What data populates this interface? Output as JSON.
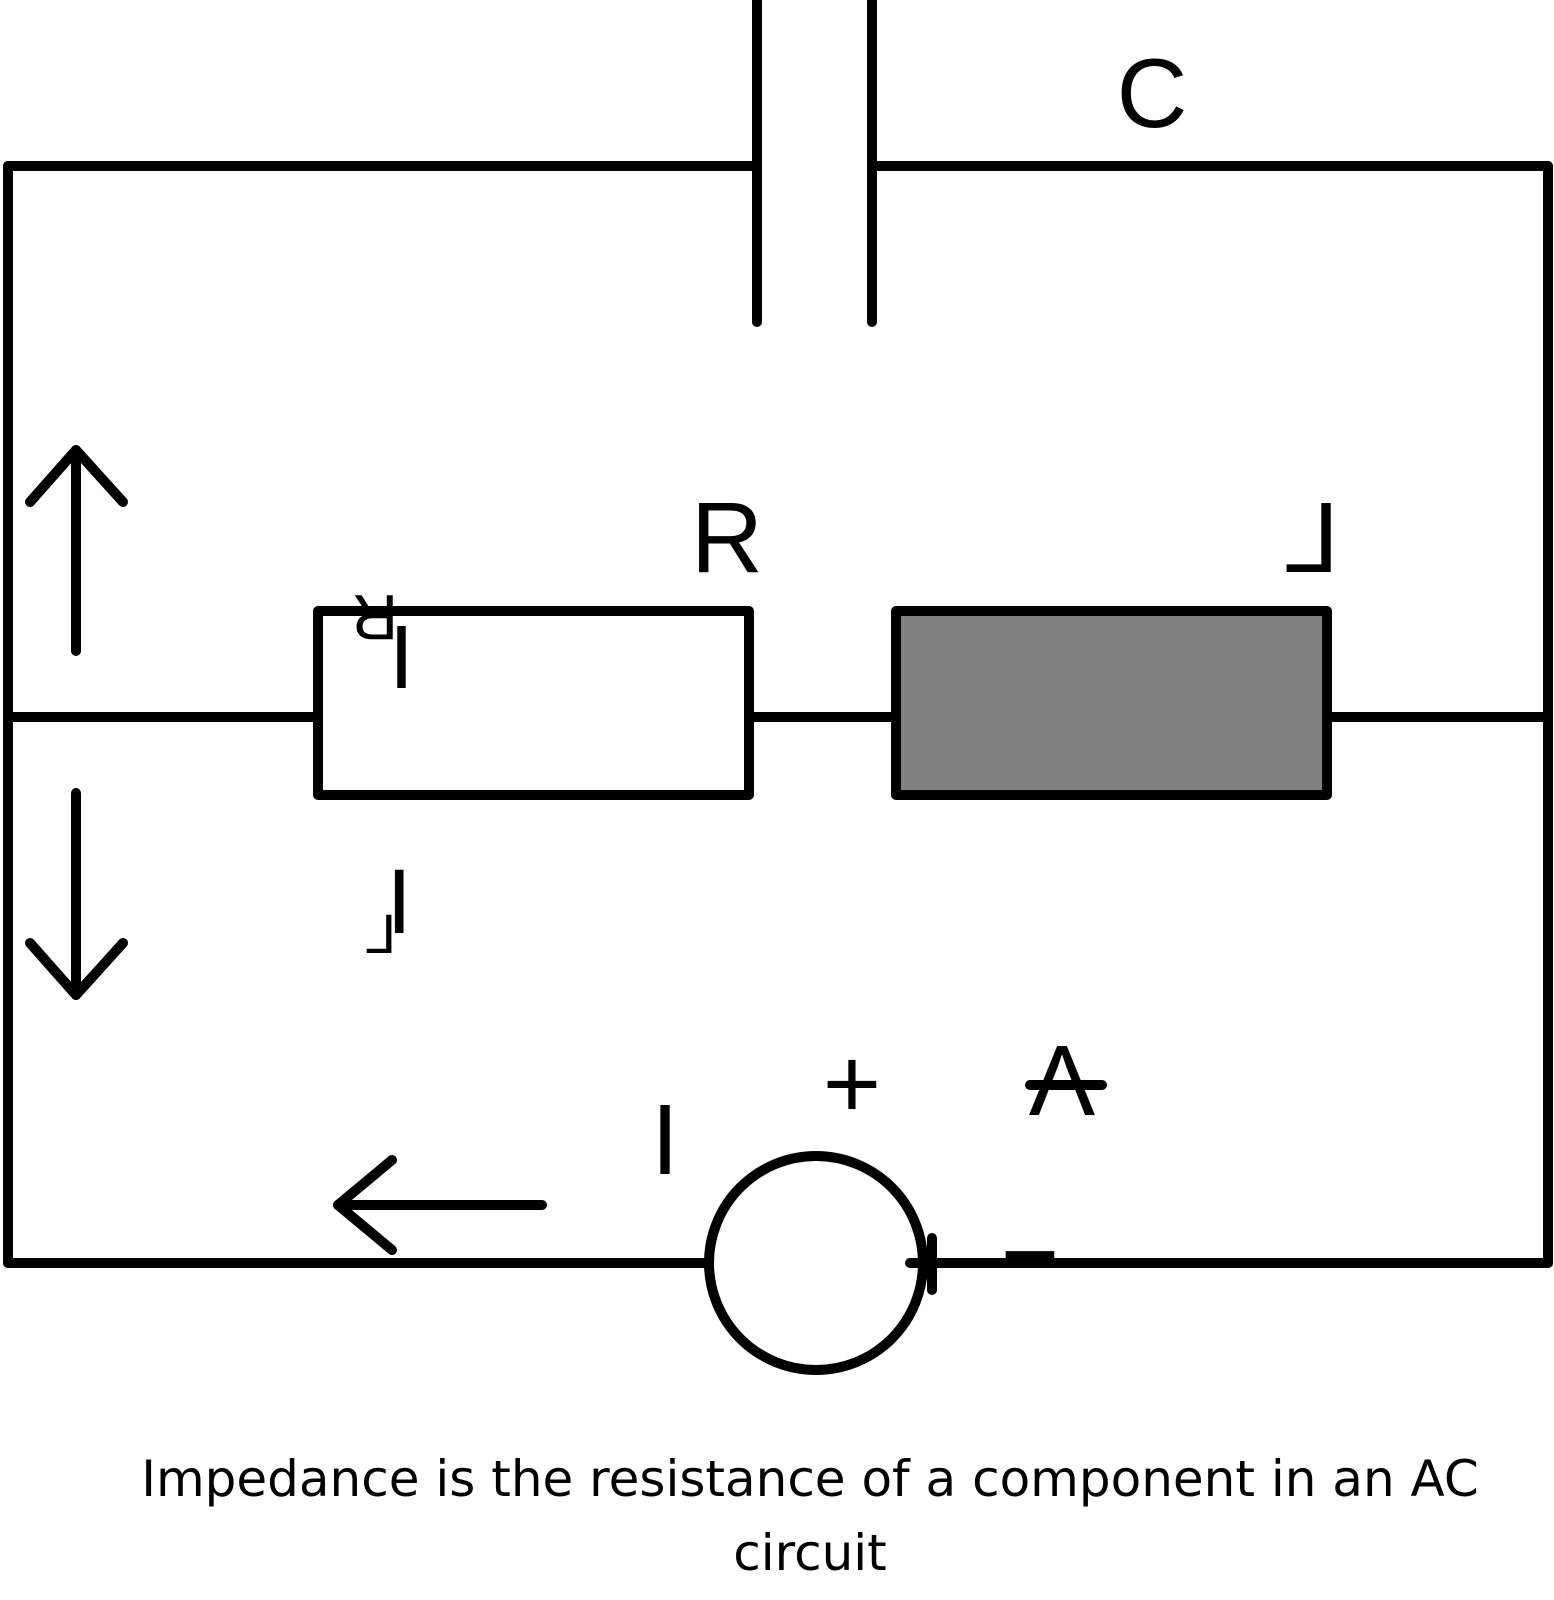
{
  "colors": {
    "line": "#000000",
    "inductor_fill": "#808080",
    "resistor_fill": "#ffffff",
    "background": "#ffffff"
  },
  "labels": {
    "capacitor": "C",
    "resistor": "R",
    "inductor": "L",
    "current_resistor_branch": "I",
    "current_resistor_branch_sub": "R",
    "current_inductor_branch": "I",
    "current_inductor_branch_sub": "L",
    "current_main": "I",
    "source_plus": "+",
    "source_minus": "−",
    "source_voltage": "V"
  },
  "caption": "Impedance is the resistance of a component in an AC circuit"
}
